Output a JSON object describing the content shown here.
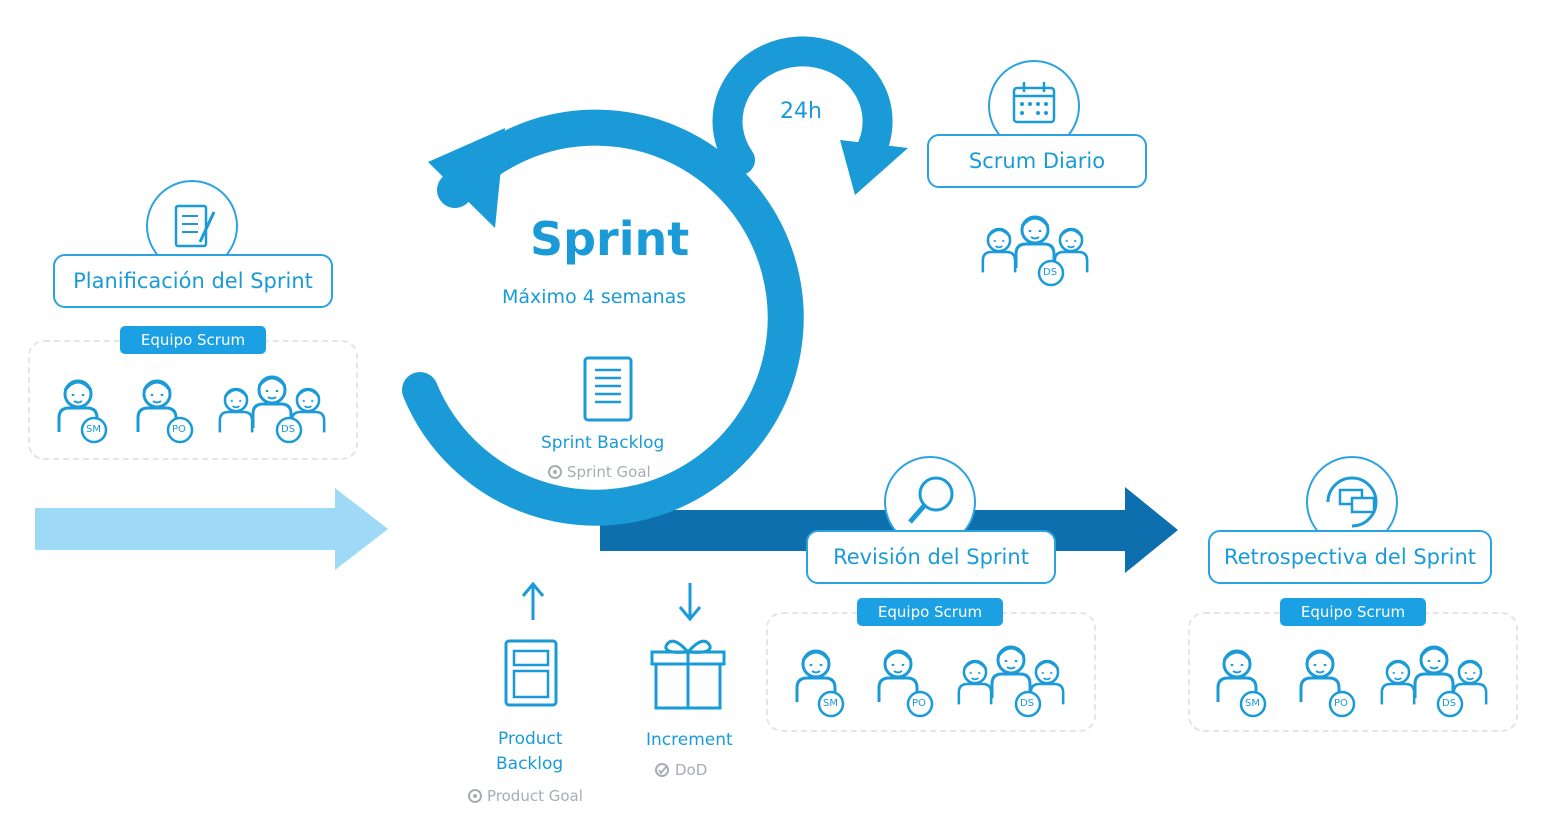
{
  "colors": {
    "primary": "#1a9bd7",
    "dark_arrow": "#0d6fae",
    "light_arrow": "#9ed9f5",
    "grey": "#a8adb3"
  },
  "sprint": {
    "title": "Sprint",
    "subtitle": "Máximo 4 semanas",
    "daily_cycle": "24h"
  },
  "sprint_backlog": {
    "label": "Sprint Backlog",
    "goal": "Sprint Goal"
  },
  "product_backlog": {
    "label_line1": "Product",
    "label_line2": "Backlog",
    "goal": "Product Goal"
  },
  "increment": {
    "label": "Increment",
    "dod": "DoD"
  },
  "events": {
    "planning": {
      "label": "Planificación del Sprint",
      "team": "Equipo Scrum"
    },
    "daily": {
      "label": "Scrum Diario"
    },
    "review": {
      "label": "Revisión del Sprint",
      "team": "Equipo Scrum"
    },
    "retro": {
      "label": "Retrospectiva del Sprint",
      "team": "Equipo Scrum"
    }
  },
  "roles": {
    "sm": "SM",
    "po": "PO",
    "ds": "DS"
  },
  "icons": [
    "checklist-icon",
    "calendar-icon",
    "magnifier-icon",
    "retrospective-icon",
    "document-icon",
    "backlog-icon",
    "gift-icon",
    "target-icon",
    "person-icon",
    "team-icon"
  ]
}
